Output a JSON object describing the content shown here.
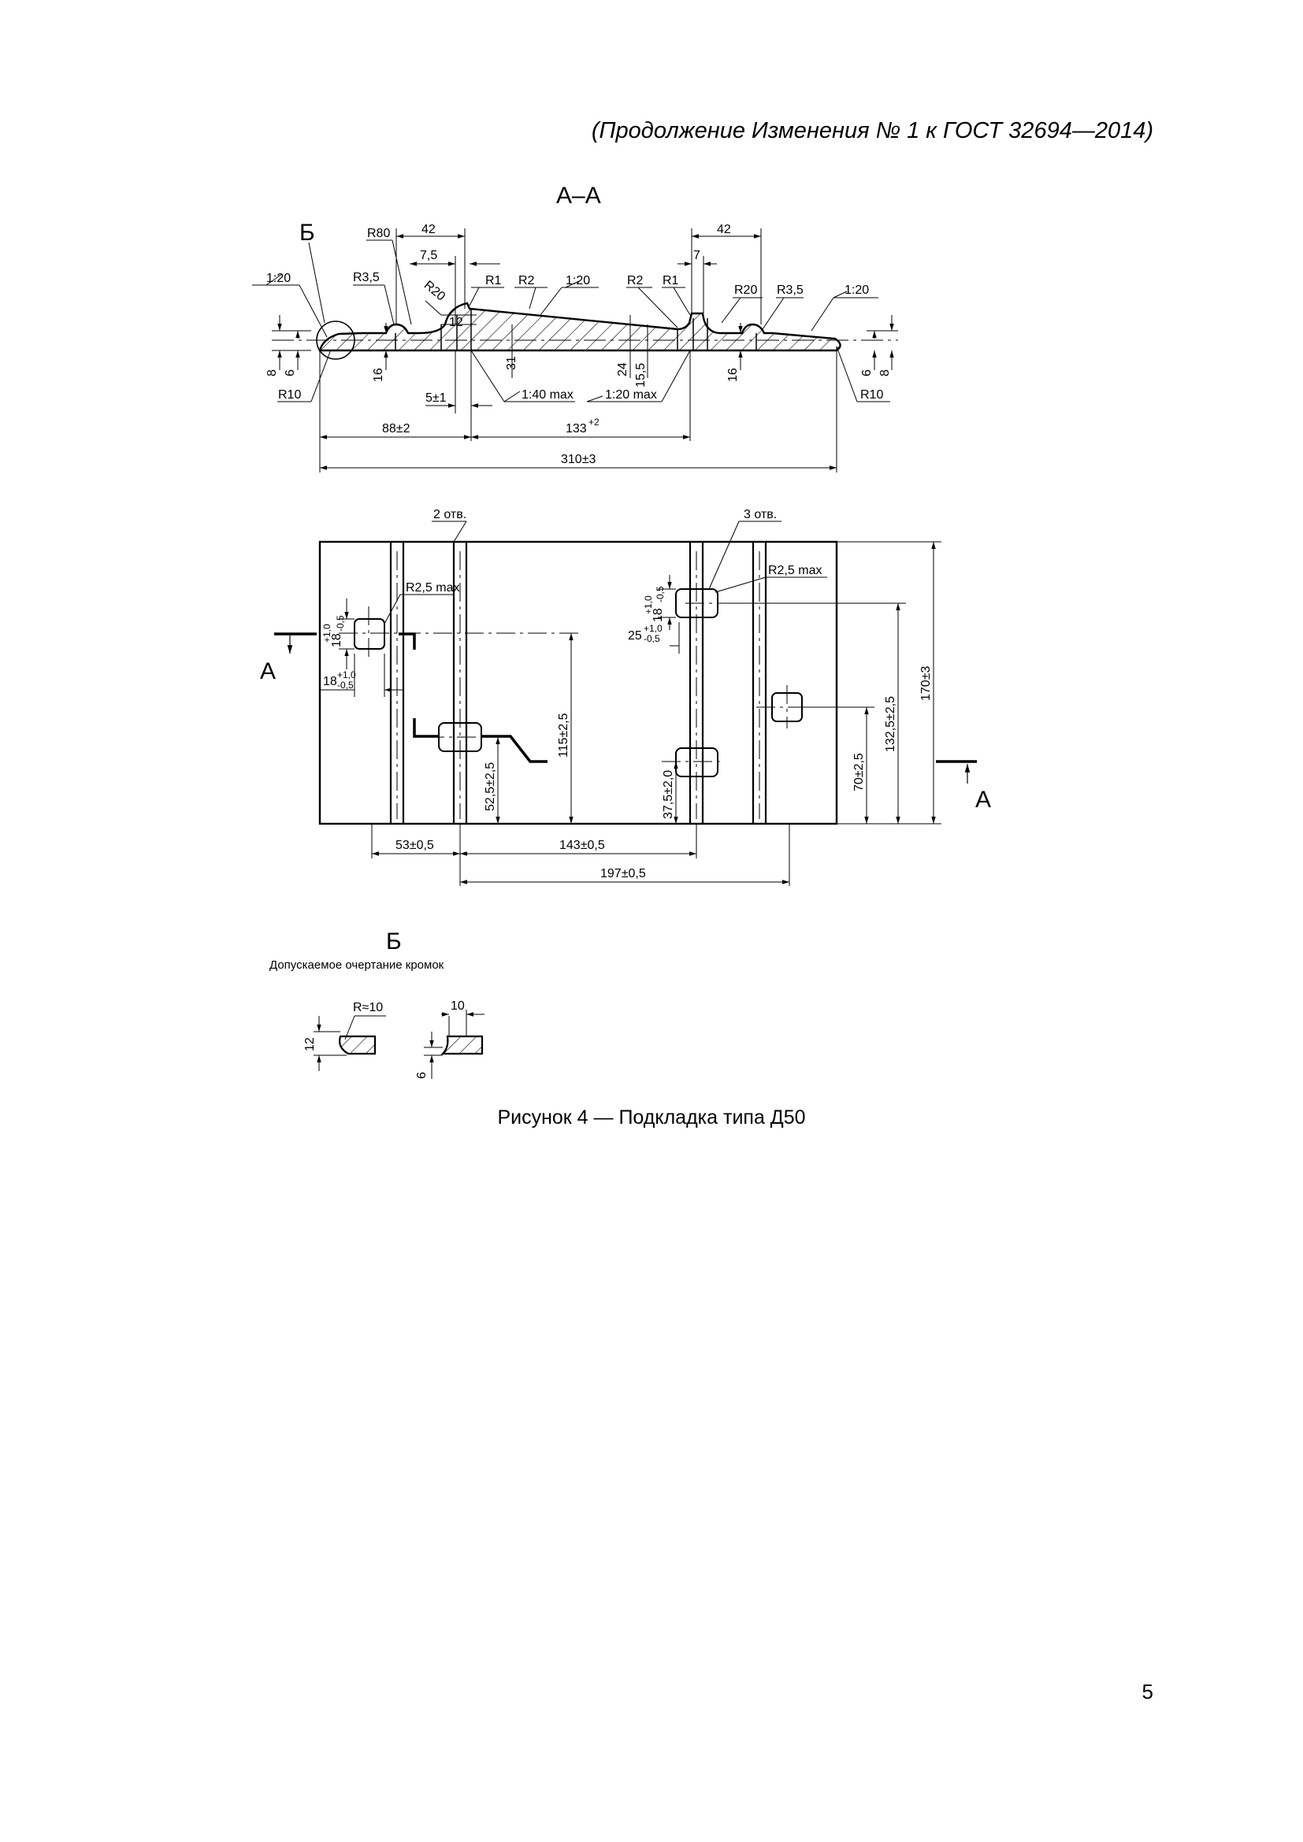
{
  "header": "(Продолжение Изменения № 1 к ГОСТ 32694—2014)",
  "page_number": "5",
  "caption": "Рисунок 4 — Подкладка типа Д50",
  "section": {
    "title": "А–А",
    "detail_mark": "Б",
    "labels": {
      "r80": "R80",
      "r35": "R3,5",
      "r20": "R20",
      "r1": "R1",
      "r2": "R2",
      "r10": "R10",
      "d42": "42",
      "d75": "7,5",
      "d7": "7",
      "d12": "12",
      "slope120": "1:20",
      "slope140max": "1:40 max",
      "slope120max": "1:20 max",
      "v8": "8",
      "v6": "6",
      "v16": "16",
      "v31": "31",
      "v24": "24",
      "v155": "15,5",
      "d5": "5±1",
      "d88": "88±2",
      "d133": "133",
      "d133tol": "+2",
      "d310": "310±3"
    }
  },
  "plan": {
    "section_mark": "А",
    "holes2": "2 отв.",
    "holes3": "3 отв.",
    "r25max": "R2,5 max",
    "d18": "18",
    "tol_up": "+1,0",
    "tol_dn": "-0,5",
    "d25": "25",
    "d115": "115±2,5",
    "d525": "52,5±2,5",
    "d375": "37,5±2,0",
    "d70": "70±2,5",
    "d1325": "132,5±2,5",
    "d170": "170±3",
    "d53": "53±0,5",
    "d143": "143±0,5",
    "d197": "197±0,5"
  },
  "detail": {
    "title": "Б",
    "subtitle": "Допускаемое очертание кромок",
    "r10": "R≈10",
    "d12": "12",
    "d10": "10",
    "d6": "6"
  }
}
